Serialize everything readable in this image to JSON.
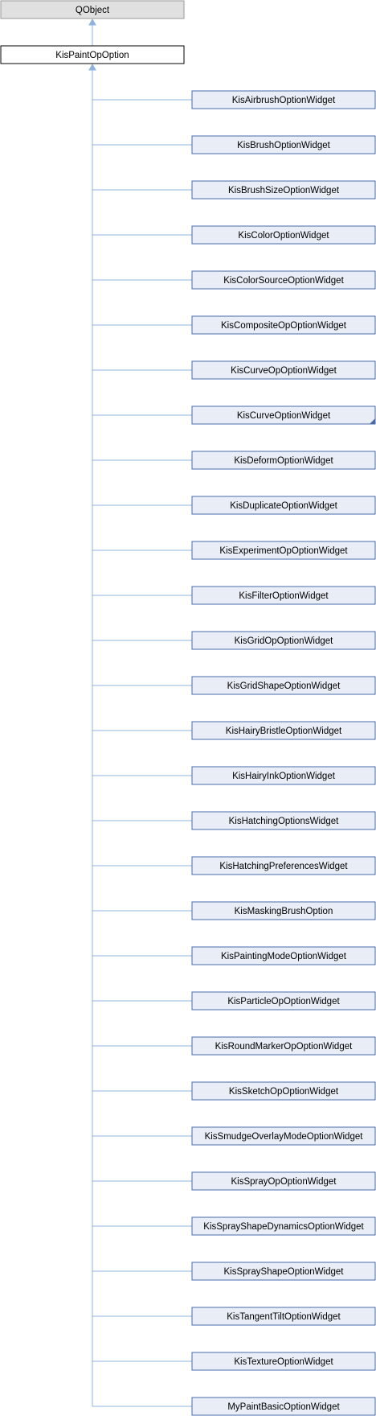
{
  "diagram": {
    "root": {
      "label": "QObject"
    },
    "base": {
      "label": "KisPaintOpOption"
    },
    "children": [
      {
        "label": "KisAirbrushOptionWidget"
      },
      {
        "label": "KisBrushOptionWidget"
      },
      {
        "label": "KisBrushSizeOptionWidget"
      },
      {
        "label": "KisColorOptionWidget"
      },
      {
        "label": "KisColorSourceOptionWidget"
      },
      {
        "label": "KisCompositeOpOptionWidget"
      },
      {
        "label": "KisCurveOpOptionWidget"
      },
      {
        "label": "KisCurveOptionWidget",
        "has_more": true
      },
      {
        "label": "KisDeformOptionWidget"
      },
      {
        "label": "KisDuplicateOptionWidget"
      },
      {
        "label": "KisExperimentOpOptionWidget"
      },
      {
        "label": "KisFilterOptionWidget"
      },
      {
        "label": "KisGridOpOptionWidget"
      },
      {
        "label": "KisGridShapeOptionWidget"
      },
      {
        "label": "KisHairyBristleOptionWidget"
      },
      {
        "label": "KisHairyInkOptionWidget"
      },
      {
        "label": "KisHatchingOptionsWidget"
      },
      {
        "label": "KisHatchingPreferencesWidget"
      },
      {
        "label": "KisMaskingBrushOption"
      },
      {
        "label": "KisPaintingModeOptionWidget"
      },
      {
        "label": "KisParticleOpOptionWidget"
      },
      {
        "label": "KisRoundMarkerOpOptionWidget"
      },
      {
        "label": "KisSketchOpOptionWidget"
      },
      {
        "label": "KisSmudgeOverlayModeOptionWidget"
      },
      {
        "label": "KisSprayOpOptionWidget"
      },
      {
        "label": "KisSprayShapeDynamicsOptionWidget"
      },
      {
        "label": "KisSprayShapeOptionWidget"
      },
      {
        "label": "KisTangentTiltOptionWidget"
      },
      {
        "label": "KisTextureOptionWidget"
      },
      {
        "label": "MyPaintBasicOptionWidget"
      }
    ],
    "colors": {
      "root_fill": "#e0e0e0",
      "root_stroke": "#999999",
      "base_fill": "#ffffff",
      "base_stroke": "#000000",
      "child_fill": "#e8edf6",
      "child_stroke": "#4a6aaa",
      "connector": "#8fb3d9"
    }
  }
}
